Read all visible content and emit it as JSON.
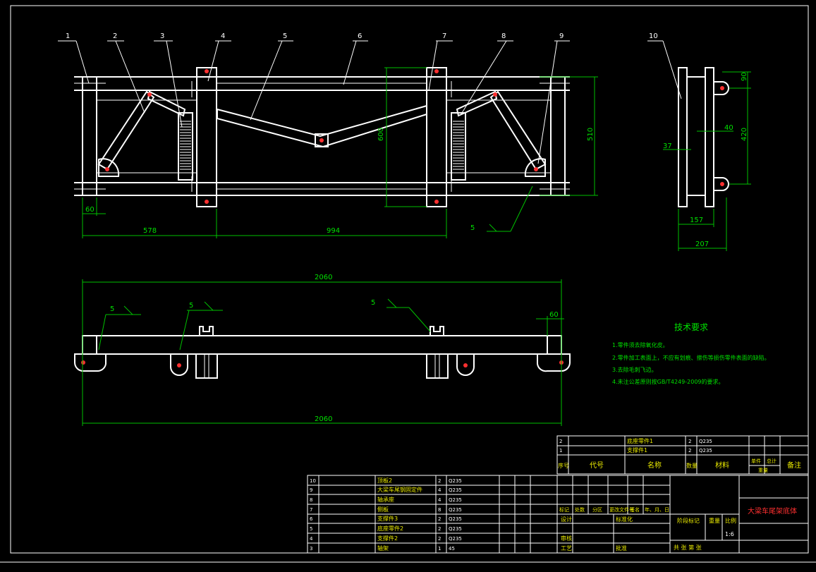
{
  "balloons": [
    "1",
    "2",
    "3",
    "4",
    "5",
    "6",
    "7",
    "8",
    "9",
    "10"
  ],
  "dims": {
    "top_60": "60",
    "top_578": "578",
    "top_994": "994",
    "top_600": "600",
    "top_510": "510",
    "side_90": "90",
    "side_40": "40",
    "side_420": "420",
    "side_37": "37",
    "side_157": "157",
    "side_207": "207",
    "front_2060_top": "2060",
    "front_2060_bottom": "2060",
    "front_60": "60"
  },
  "weld_symbols": [
    "5",
    "5",
    "5",
    "5"
  ],
  "tech": {
    "title": "技术要求",
    "items": [
      "1.零件须去除氧化皮。",
      "2.零件加工表面上，不应有划痕、擦伤等损伤零件表面的缺陷。",
      "3.去除毛刺飞边。",
      "4.未注公差原则按GB/T4249-2009的要求。"
    ]
  },
  "bom_upper": [
    {
      "no": "2",
      "name": "底座零件1",
      "qty": "2",
      "mat": "Q235"
    },
    {
      "no": "1",
      "name": "支撑件1",
      "qty": "2",
      "mat": "Q235"
    }
  ],
  "bom_header": {
    "no": "序号",
    "code": "代号",
    "name": "名称",
    "qty": "数量",
    "mat": "材料",
    "unit": "单件",
    "total": "总计",
    "weight": "重量",
    "remark": "备注"
  },
  "bom_lower": [
    {
      "no": "10",
      "name": "顶板2",
      "qty": "2",
      "mat": "Q235"
    },
    {
      "no": "9",
      "name": "大梁车尾钢固定件",
      "qty": "4",
      "mat": "Q235"
    },
    {
      "no": "8",
      "name": "轴承座",
      "qty": "4",
      "mat": "Q235"
    },
    {
      "no": "7",
      "name": "侧板",
      "qty": "8",
      "mat": "Q235"
    },
    {
      "no": "6",
      "name": "支撑件3",
      "qty": "2",
      "mat": "Q235"
    },
    {
      "no": "5",
      "name": "底座零件2",
      "qty": "2",
      "mat": "Q235"
    },
    {
      "no": "4",
      "name": "支撑件2",
      "qty": "2",
      "mat": "Q235"
    },
    {
      "no": "3",
      "name": "轴架",
      "qty": "1",
      "mat": "45"
    }
  ],
  "title_block": {
    "drawing_title": "大梁车尾架底体",
    "mark": "标记",
    "count": "处数",
    "zone": "分区",
    "change_doc": "更改文件号",
    "sign": "签名",
    "date": "年、月、日",
    "design": "设计",
    "standardize": "标准化",
    "stage_mark": "阶段标记",
    "weight": "重量",
    "scale": "比例",
    "scale_value": "1:6",
    "review": "审核",
    "process": "工艺",
    "approve": "批准",
    "sheets": "共  张  第  张"
  }
}
